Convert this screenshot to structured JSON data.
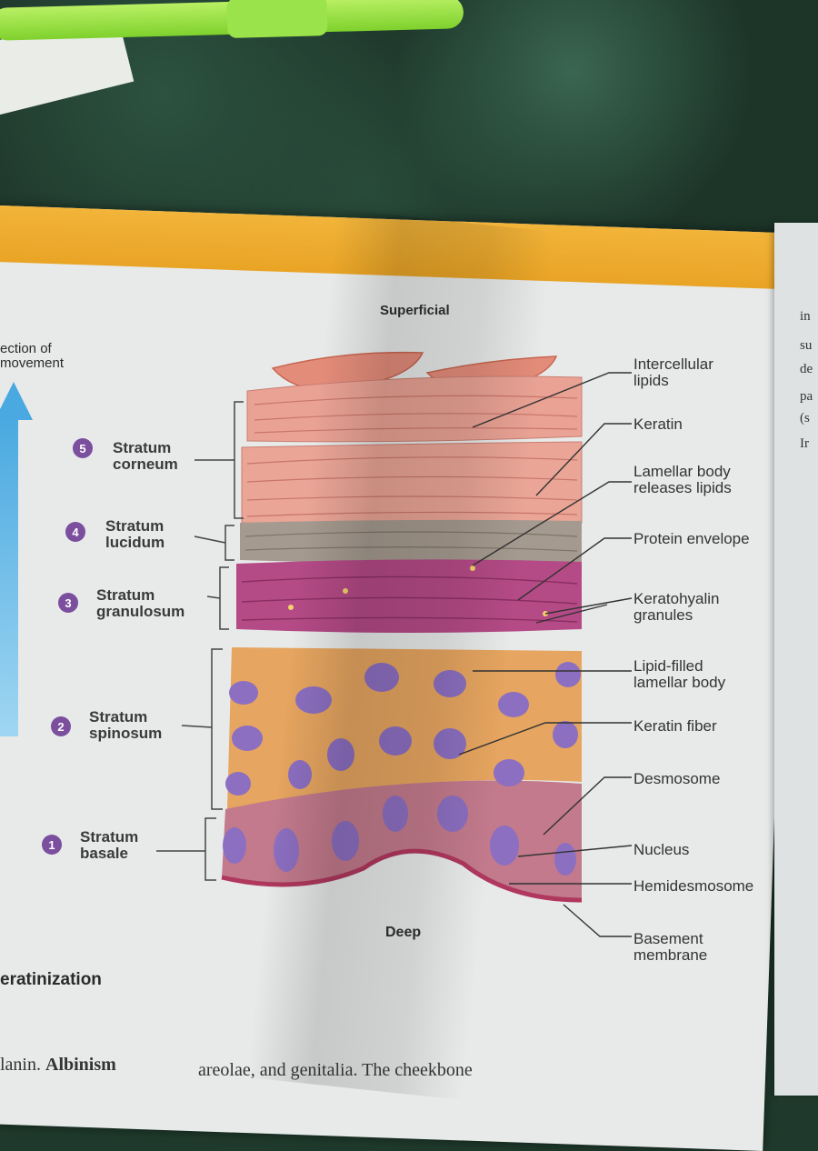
{
  "diagram": {
    "top_label": "Superficial",
    "bottom_label": "Deep",
    "direction_text": "ection of\nmovement",
    "layers": [
      {
        "number": "5",
        "name": "Stratum\ncorneum"
      },
      {
        "number": "4",
        "name": "Stratum\nlucidum"
      },
      {
        "number": "3",
        "name": "Stratum\ngranulosum"
      },
      {
        "number": "2",
        "name": "Stratum\nspinosum"
      },
      {
        "number": "1",
        "name": "Stratum\nbasale"
      }
    ],
    "callouts": [
      "Intercellular\nlipids",
      "Keratin",
      "Lamellar body\nreleases lipids",
      "Protein envelope",
      "Keratohyalin\ngranules",
      "Lipid-filled\nlamellar body",
      "Keratin fiber",
      "Desmosome",
      "Nucleus",
      "Hemidesmosome",
      "Basement\nmembrane"
    ],
    "colors": {
      "corneum": "#e9a294",
      "lucidum": "#a59a8f",
      "granulosum": "#b44a86",
      "spinosum": "#e6a560",
      "basale": "#c27a8c",
      "nucleus": "#8c6fc1",
      "badge": "#7b4e9e",
      "arrow": "#5bb7e8",
      "band": "#eea930"
    }
  },
  "page": {
    "section_heading": "eratinization",
    "body_left_bold": "Albinism",
    "body_left_prefix": "lanin. ",
    "body_right": "areolae, and genitalia. The cheekbone",
    "side_fragments": [
      "in",
      "su",
      "de",
      "pa",
      "(s",
      "Ir"
    ]
  }
}
